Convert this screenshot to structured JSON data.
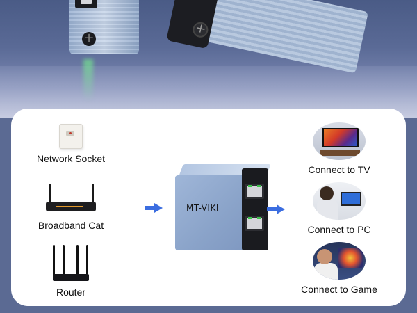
{
  "device": {
    "brand": "MT-VIKI"
  },
  "inputs": [
    {
      "label": "Network Socket",
      "icon": "network-socket-icon"
    },
    {
      "label": "Broadband Cat",
      "icon": "broadband-modem-icon"
    },
    {
      "label": "Router",
      "icon": "router-icon"
    }
  ],
  "outputs": [
    {
      "label": "Connect to TV",
      "icon": "tv-photo"
    },
    {
      "label": "Connect to PC",
      "icon": "pc-photo"
    },
    {
      "label": "Connect to Game",
      "icon": "game-photo"
    }
  ],
  "colors": {
    "accent_arrow": "#3b6de0",
    "card": "#ffffff",
    "background": "#5b6a93"
  }
}
